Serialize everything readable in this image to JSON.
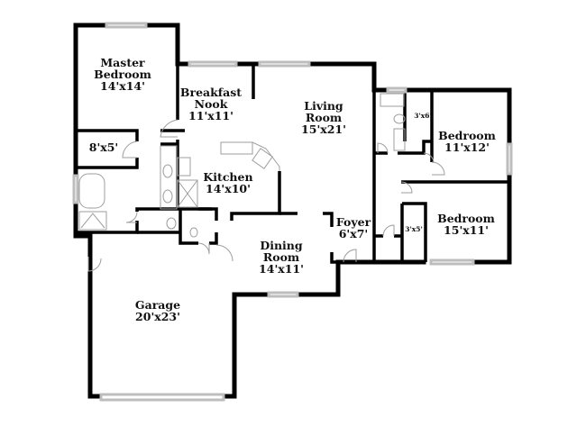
{
  "plan": {
    "wall_color": "#000000",
    "window_color": "#bdbdbd",
    "fixture_color": "#9e9e9e",
    "background": "#ffffff"
  },
  "rooms": [
    {
      "id": "master-bedroom",
      "name": "Master\nBedroom",
      "line1": "Master",
      "line2": "Bedroom",
      "dims": "14'x14'"
    },
    {
      "id": "closet-master",
      "name": "",
      "dims": "8'x5'"
    },
    {
      "id": "breakfast-nook",
      "line1": "Breakfast",
      "line2": "Nook",
      "dims": "11'x11'"
    },
    {
      "id": "living-room",
      "line1": "Living",
      "line2": "Room",
      "dims": "15'x21'"
    },
    {
      "id": "kitchen",
      "line1": "Kitchen",
      "dims": "14'x10'"
    },
    {
      "id": "bedroom-2",
      "line1": "Bedroom",
      "dims": "11'x12'"
    },
    {
      "id": "closet-bed2",
      "dims": "3'x6'"
    },
    {
      "id": "foyer",
      "line1": "Foyer",
      "dims": "6'x7'"
    },
    {
      "id": "bedroom-3",
      "line1": "Bedroom",
      "dims": "15'x11'"
    },
    {
      "id": "closet-bed3",
      "dims": "3'x5'"
    },
    {
      "id": "dining-room",
      "line1": "Dining",
      "line2": "Room",
      "dims": "14'x11'"
    },
    {
      "id": "garage",
      "line1": "Garage",
      "dims": "20'x23'"
    }
  ]
}
